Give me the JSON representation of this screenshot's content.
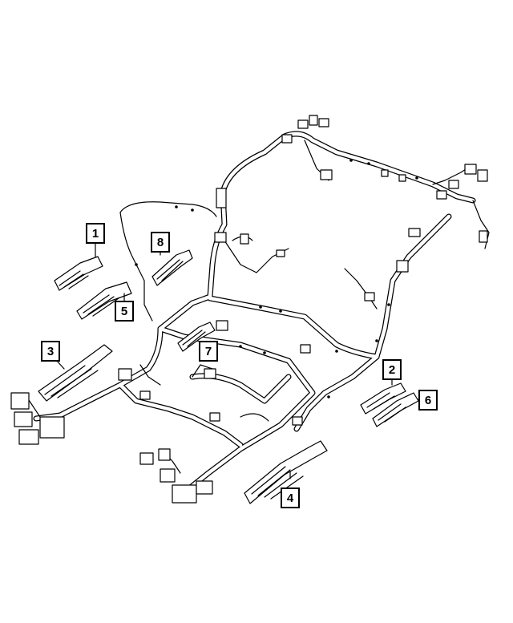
{
  "diagram": {
    "colors": {
      "stroke": "#000000",
      "fill": "#ffffff"
    },
    "callouts": [
      {
        "id": "1",
        "label": "1"
      },
      {
        "id": "2",
        "label": "2"
      },
      {
        "id": "3",
        "label": "3"
      },
      {
        "id": "4",
        "label": "4"
      },
      {
        "id": "5",
        "label": "5"
      },
      {
        "id": "6",
        "label": "6"
      },
      {
        "id": "7",
        "label": "7"
      },
      {
        "id": "8",
        "label": "8"
      }
    ]
  }
}
